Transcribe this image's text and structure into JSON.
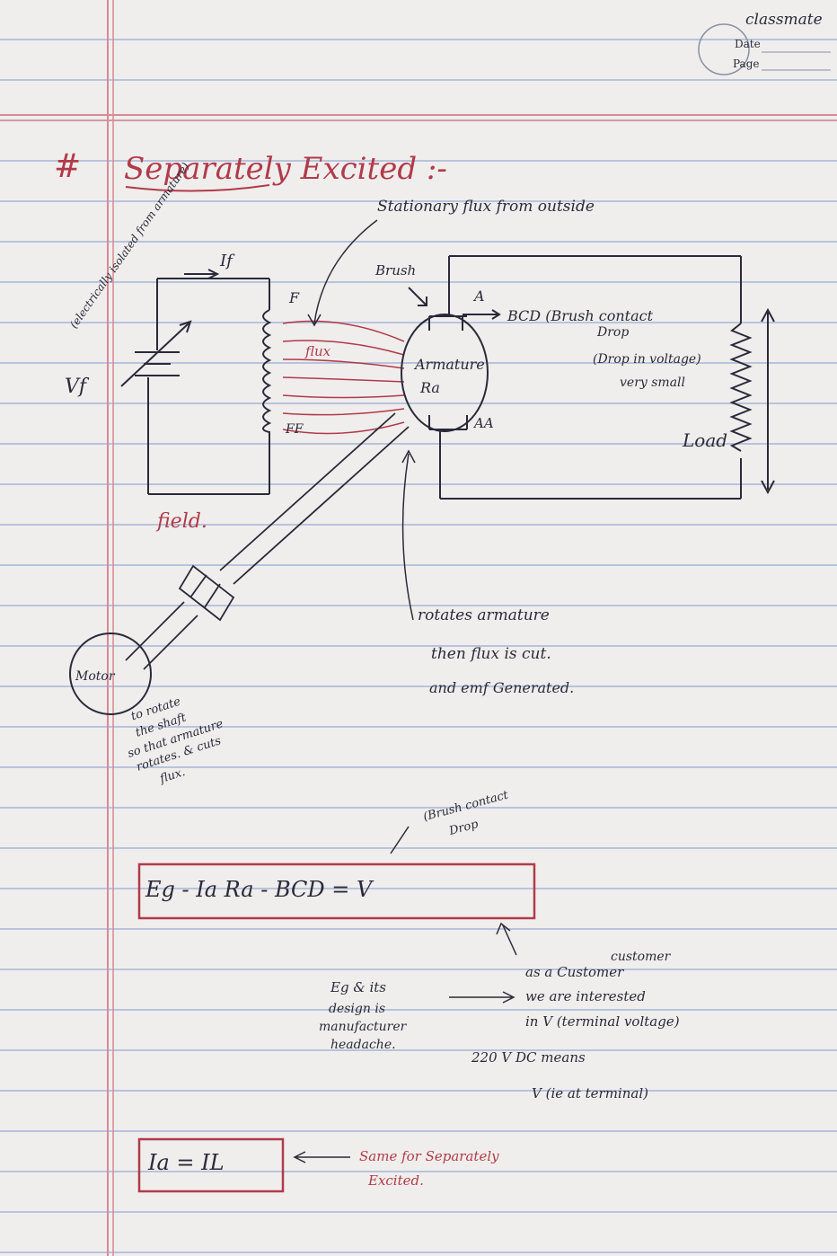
{
  "brand": "classmate",
  "date_label": "Date",
  "page_label": "Page",
  "heading": {
    "hash": "#",
    "title": "Separately Excited :-"
  },
  "annotations": {
    "stationary_flux": "Stationary flux from outside",
    "brush": "Brush",
    "electrically_isolated": "(electrically isolated from armature)",
    "if_label": "If",
    "f_label": "F",
    "ff_label": "FF",
    "vf_label": "Vf",
    "flux": "flux",
    "armature": "Armature",
    "ra": "Ra",
    "a_label": "A",
    "aa_label": "AA",
    "bcd_line1": "BCD (Brush contact",
    "bcd_line2": "Drop",
    "bcd_line3": "(Drop in voltage)",
    "bcd_line4": "very small",
    "load": "Load",
    "field": "field.",
    "motor": "Motor",
    "motor_note_1": "to rotate",
    "motor_note_2": "the shaft",
    "motor_note_3": "so that armature",
    "motor_note_4": "rotates. & cuts",
    "motor_note_5": "flux.",
    "rotates_1": "rotates armature",
    "rotates_2": "then flux is cut.",
    "rotates_3": "and emf Generated.",
    "brush_contact_drop_1": "(Brush contact",
    "brush_contact_drop_2": "Drop",
    "equation_1": "Eg  -  Ia Ra   -   BCD  = V",
    "eg_note_1": "Eg & its",
    "eg_note_2": "design is",
    "eg_note_3": "manufacturer",
    "eg_note_4": "headache.",
    "customer_1": "customer",
    "customer_2": "as a Customer",
    "customer_3": "we are interested",
    "customer_4": "in V (terminal voltage)",
    "dc_1": "220 V DC means",
    "dc_2": "V   (ie at terminal)",
    "equation_2": "Ia = IL",
    "same_1": "Same for Separately",
    "same_2": "Excited."
  }
}
